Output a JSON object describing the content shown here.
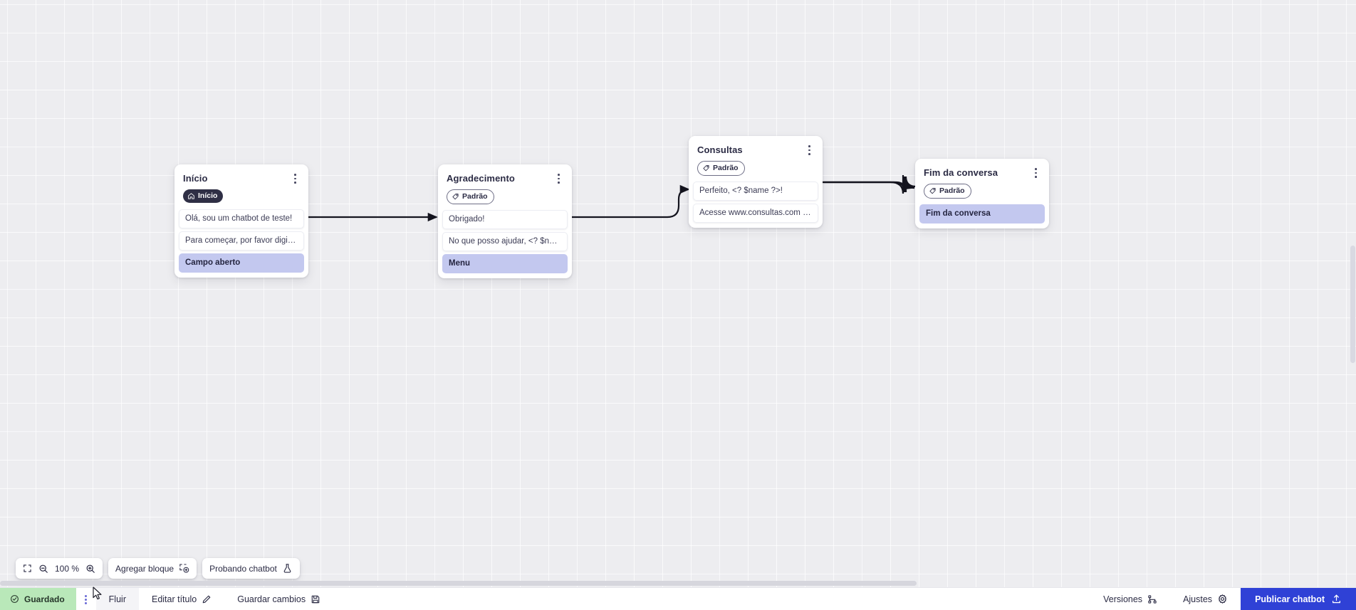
{
  "canvas": {
    "zoom_label": "100 %",
    "nodes": [
      {
        "id": "inicio",
        "title": "Início",
        "badge": {
          "label": "Início",
          "icon": "home-icon",
          "style": "dark"
        },
        "rows": [
          {
            "text": "Olá, sou um chatbot de teste!",
            "accent": false
          },
          {
            "text": "Para começar, por favor digite o ...",
            "accent": false
          },
          {
            "text": "Campo aberto",
            "accent": true
          }
        ]
      },
      {
        "id": "agradecimento",
        "title": "Agradecimento",
        "badge": {
          "label": "Padrão",
          "icon": "tag-icon",
          "style": "outline"
        },
        "rows": [
          {
            "text": "Obrigado!",
            "accent": false
          },
          {
            "text": "No que posso ajudar, <? $name ...",
            "accent": false
          },
          {
            "text": "Menu",
            "accent": true
          }
        ]
      },
      {
        "id": "consultas",
        "title": "Consultas",
        "badge": {
          "label": "Padrão",
          "icon": "tag-icon",
          "style": "outline"
        },
        "rows": [
          {
            "text": "Perfeito, <? $name ?>!",
            "accent": false
          },
          {
            "text": "Acesse www.consultas.com par...",
            "accent": false
          }
        ]
      },
      {
        "id": "fim-da-conversa",
        "title": "Fim da conversa",
        "badge": {
          "label": "Padrão",
          "icon": "tag-icon",
          "style": "outline"
        },
        "rows": [
          {
            "text": "Fim da conversa",
            "accent": true
          }
        ]
      }
    ]
  },
  "toolbar": {
    "fit_icon": "fit-screen-icon",
    "zoom_out_icon": "zoom-out-icon",
    "zoom_in_icon": "zoom-in-icon",
    "zoom_label": "100 %",
    "add_block_label": "Agregar bloque",
    "add_block_icon": "add-block-icon",
    "test_chatbot_label": "Probando chatbot",
    "test_chatbot_icon": "flask-icon"
  },
  "bottombar": {
    "saved_label": "Guardado",
    "saved_icon": "check-circle-icon",
    "more_icon": "vertical-dots-icon",
    "flow_tab_label": "Fluir",
    "edit_title_label": "Editar título",
    "edit_title_icon": "pencil-icon",
    "save_changes_label": "Guardar cambios",
    "save_changes_icon": "floppy-disk-icon",
    "versions_label": "Versiones",
    "versions_icon": "branch-icon",
    "settings_label": "Ajustes",
    "settings_icon": "gear-icon",
    "publish_label": "Publicar chatbot",
    "publish_icon": "upload-icon"
  },
  "colors": {
    "canvas_bg": "#ededf0",
    "accent_row": "#c3c8ef",
    "badge_dark": "#2f2f45",
    "saved_green": "#b9e8b9",
    "publish_blue": "#2f41d6"
  }
}
